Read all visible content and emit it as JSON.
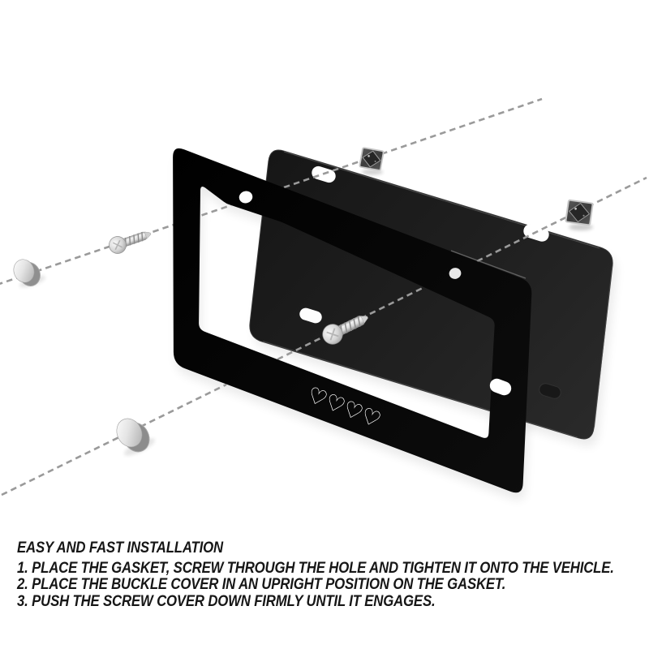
{
  "page": {
    "background": "#ffffff"
  },
  "diagram": {
    "heart_glyph": "♡",
    "parts": [
      {
        "name": "screw-cover-cap",
        "count": 2
      },
      {
        "name": "self-tapping-screw",
        "count": 2
      },
      {
        "name": "square-gasket",
        "count": 2
      },
      {
        "name": "license-plate-frame",
        "count": 1
      },
      {
        "name": "license-plate-cover",
        "count": 1
      }
    ],
    "colors": {
      "frame": "#050505",
      "plate_cover": "#1f1f1f",
      "dashed_line": "#9a9a9a",
      "hardware_metal": "#d9d9d9",
      "text": "#161616"
    }
  },
  "instructions": {
    "title": "EASY AND FAST INSTALLATION",
    "steps": [
      "1. PLACE THE GASKET, SCREW THROUGH THE HOLE AND TIGHTEN IT ONTO THE VEHICLE.",
      "2. PLACE THE BUCKLE COVER IN AN UPRIGHT POSITION ON THE GASKET.",
      "3. PUSH THE SCREW COVER DOWN FIRMLY UNTIL IT ENGAGES."
    ]
  }
}
